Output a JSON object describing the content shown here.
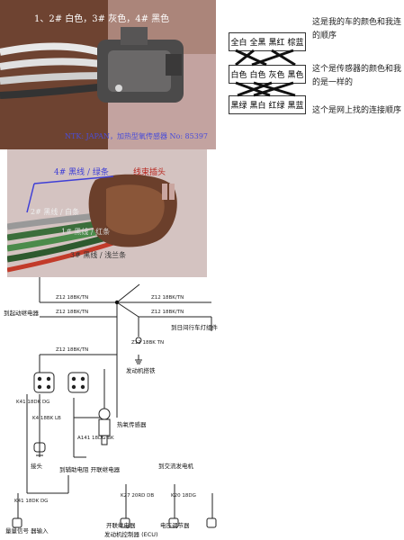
{
  "photo_top": {
    "caption": "1、2# 白色，3# 灰色，4# 黑色",
    "footer": "NTK: JAPAN，加热型氧传感器 No: 85397"
  },
  "photo_bottom": {
    "label_4": "4# 黑线 / 绿条",
    "label_harness": "线束插头",
    "label_2": "2# 黑线 / 白条",
    "label_1": "1# 黑线 / 红条",
    "label_3": "3# 黑线 / 浅兰条"
  },
  "wire_boxes": {
    "car_order": [
      "全白",
      "全黑",
      "黑红",
      "棕蓝"
    ],
    "sensor_order": [
      "白色",
      "白色",
      "灰色",
      "黑色"
    ],
    "web_order": [
      "黑绿",
      "黑白",
      "红绿",
      "黑蓝"
    ]
  },
  "annotations": {
    "car": "这是我的车的颜色和我连的顺序",
    "sensor": "这个是传感器的颜色和我的是一样的",
    "web": "这个是网上找的连接顺序"
  },
  "schematic": {
    "wire_top": "Z12 18BK/TN",
    "wire_right": "Z12 18BK/TN",
    "wire_mid_left": "Z12 18BK/TN",
    "wire_mid_right": "Z12 18BK/TN",
    "wire_lower": "Z12 18BK/TN",
    "to_starter_relay": "到起动继电器",
    "to_daytime_light": "到日间行车灯组件",
    "wire_z12_18bk": "Z12 18BK TN",
    "engine_ground": "发动机搭铁",
    "heated_o2_sensor": "热氧传感器",
    "k41": "K41 18DK DG",
    "k4": "K4 18BK LB",
    "a141": "A141 18DG BK",
    "ground": "接头",
    "to_fuel_pump": "到辅助电阻 开联继电器",
    "to_alternator": "到交流发电机",
    "k41_bottom": "K41 18DK DG",
    "k27": "K27 20RD DB",
    "k20": "K20 18DG",
    "relay_bottom": "开联继电器",
    "regulator": "电压调节器",
    "ecu": "发动机控制器 (ECU)",
    "sensor_input": "量量信号 器输入"
  }
}
